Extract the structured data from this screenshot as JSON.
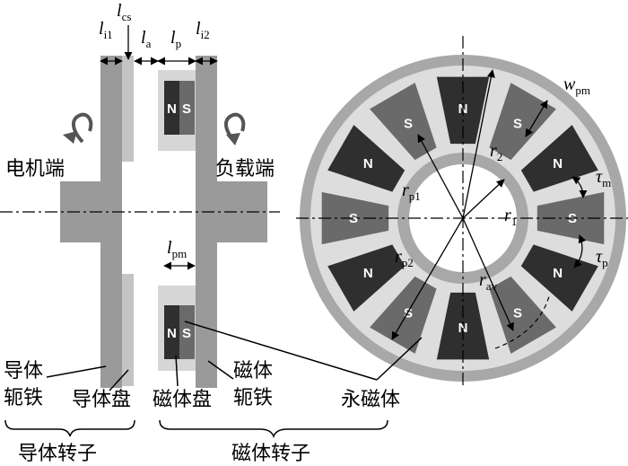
{
  "labels": {
    "motor_end": "电机端",
    "load_end": "负载端",
    "conductor_back_iron_1": "导体",
    "conductor_back_iron_2": "轭铁",
    "conductor_disk": "导体盘",
    "magnet_disk": "磁体盘",
    "magnet_back_iron_1": "磁体",
    "magnet_back_iron_2": "轭铁",
    "permanent_magnet": "永磁体",
    "conductor_rotor": "导体转子",
    "magnet_rotor": "磁体转子"
  },
  "dimensions": {
    "li1": {
      "sym": "l",
      "sub": "i1"
    },
    "lcs": {
      "sym": "l",
      "sub": "cs"
    },
    "la": {
      "sym": "l",
      "sub": "a"
    },
    "lp": {
      "sym": "l",
      "sub": "p"
    },
    "li2": {
      "sym": "l",
      "sub": "i2"
    },
    "lpm": {
      "sym": "l",
      "sub": "pm"
    }
  },
  "radii": {
    "wpm": {
      "sym": "w",
      "sub": "pm"
    },
    "r2": {
      "sym": "r",
      "sub": "2"
    },
    "taum": {
      "sym": "τ",
      "sub": "m"
    },
    "rp1": {
      "sym": "r",
      "sub": "p1"
    },
    "r1": {
      "sym": "r",
      "sub": "1"
    },
    "taup": {
      "sym": "τ",
      "sub": "p"
    },
    "rp2": {
      "sym": "r",
      "sub": "p2"
    },
    "rav": {
      "sym": "r",
      "sub": "av"
    }
  },
  "poles": {
    "upper_n": "N",
    "upper_s": "S",
    "lower_n": "N",
    "lower_s": "S"
  },
  "ring_poles": [
    "N",
    "S",
    "N",
    "S",
    "N",
    "S",
    "N",
    "S",
    "N",
    "S",
    "N",
    "S"
  ]
}
